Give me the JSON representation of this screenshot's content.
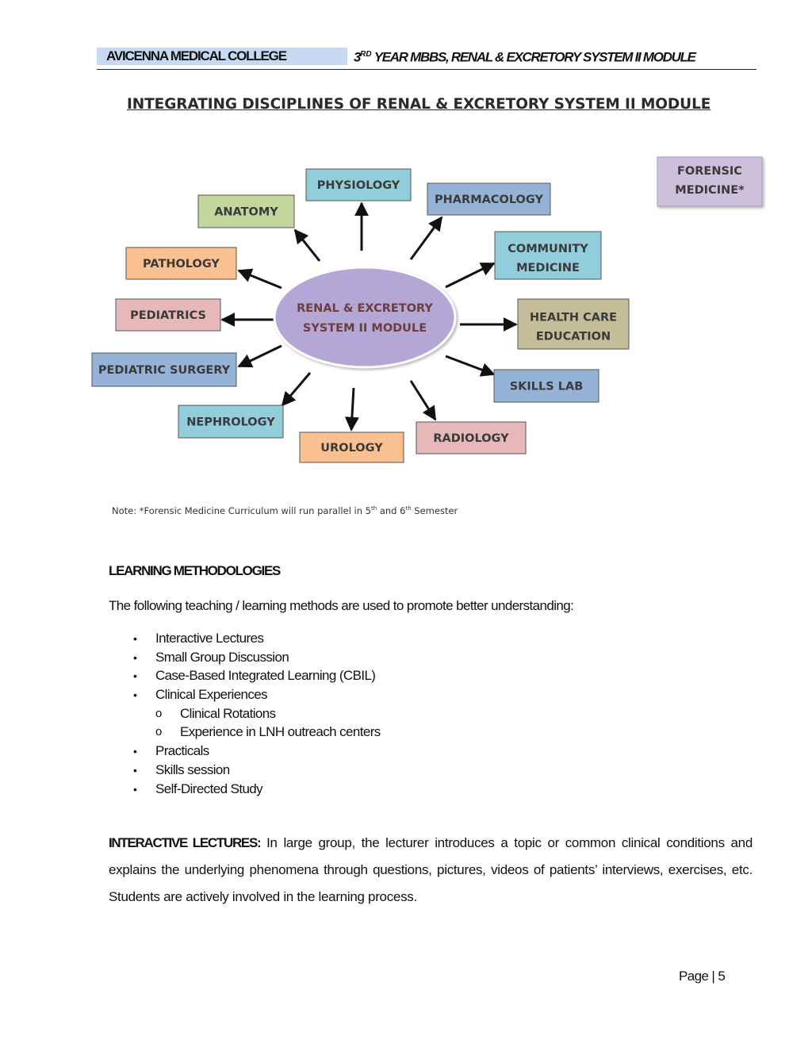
{
  "header": {
    "college": "AVICENNA MEDICAL COLLEGE",
    "year_prefix": "3",
    "year_sup": "RD",
    "module_title": " YEAR MBBS, RENAL & EXCRETORY SYSTEM II MODULE"
  },
  "diagram": {
    "title": "INTEGRATING DISCIPLINES OF RENAL & EXCRETORY SYSTEM II MODULE",
    "center": {
      "line1": "RENAL & EXCRETORY",
      "line2": "SYSTEM II MODULE",
      "color": "#b4a7d6"
    },
    "disciplines": [
      {
        "line1": "PHYSIOLOGY",
        "line2": "",
        "color": "#92cddc"
      },
      {
        "line1": "PHARMACOLOGY",
        "line2": "",
        "color": "#95b3d7"
      },
      {
        "line1": "COMMUNITY",
        "line2": "MEDICINE",
        "color": "#92cddc"
      },
      {
        "line1": "HEALTH CARE",
        "line2": "EDUCATION",
        "color": "#c4bd97"
      },
      {
        "line1": "SKILLS LAB",
        "line2": "",
        "color": "#95b3d7"
      },
      {
        "line1": "RADIOLOGY",
        "line2": "",
        "color": "#e6b9b8"
      },
      {
        "line1": "UROLOGY",
        "line2": "",
        "color": "#fac090"
      },
      {
        "line1": "NEPHROLOGY",
        "line2": "",
        "color": "#92cddc"
      },
      {
        "line1": "PEDIATRIC SURGERY",
        "line2": "",
        "color": "#95b3d7"
      },
      {
        "line1": "PEDIATRICS",
        "line2": "",
        "color": "#e6b9b8"
      },
      {
        "line1": "PATHOLOGY",
        "line2": "",
        "color": "#fac090"
      },
      {
        "line1": "ANATOMY",
        "line2": "",
        "color": "#c3d69b"
      }
    ],
    "forensic": {
      "line1": "FORENSIC",
      "line2": "MEDICINE*",
      "color": "#ccc0da"
    },
    "note_prefix": "Note: *Forensic Medicine Curriculum will run parallel in 5",
    "note_sup1": "th",
    "note_mid": " and 6",
    "note_sup2": "th",
    "note_suffix": " Semester"
  },
  "learning": {
    "heading": "LEARNING METHODOLOGIES",
    "intro": "The following teaching / learning methods are used to promote better understanding:",
    "items": [
      {
        "text": "Interactive Lectures",
        "level": 1
      },
      {
        "text": "Small Group Discussion",
        "level": 1
      },
      {
        "text": "Case-Based Integrated Learning (CBIL)",
        "level": 1
      },
      {
        "text": "Clinical Experiences",
        "level": 1
      },
      {
        "text": "Clinical Rotations",
        "level": 2
      },
      {
        "text": "Experience in LNH outreach centers",
        "level": 2
      },
      {
        "text": "Practicals",
        "level": 1
      },
      {
        "text": "Skills session",
        "level": 1
      },
      {
        "text": "Self-Directed Study",
        "level": 1
      }
    ],
    "bullet_l1": "•",
    "bullet_l2": "o"
  },
  "interactive": {
    "label": "INTERACTIVE LECTURES:",
    "text": " In large group, the lecturer introduces a topic or common clinical conditions and explains the underlying phenomena through questions, pictures, videos of patients’ interviews, exercises, etc. Students are actively involved in the learning process."
  },
  "footer": {
    "page_label": "Page | ",
    "page_number": "5"
  }
}
